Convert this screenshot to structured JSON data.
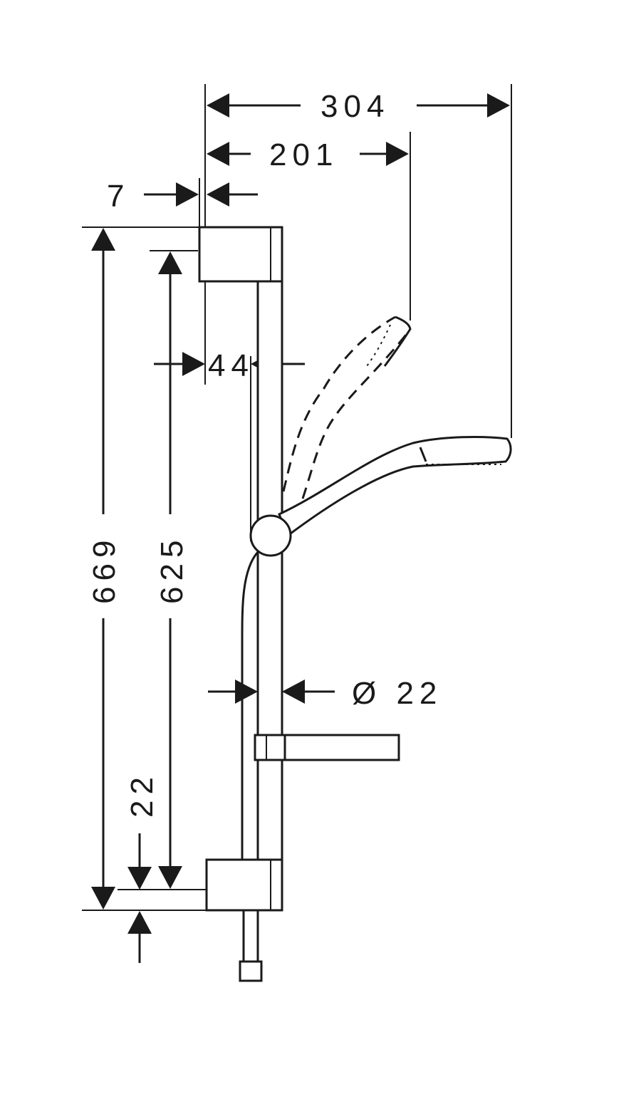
{
  "dimensions": {
    "total_reach": "304",
    "handshower_reach": "201",
    "bracket_offset": "7",
    "rail_clearance": "44",
    "overall_height": "669",
    "rail_length": "625",
    "bottom_offset": "22",
    "rail_diameter": "Ø 22"
  }
}
